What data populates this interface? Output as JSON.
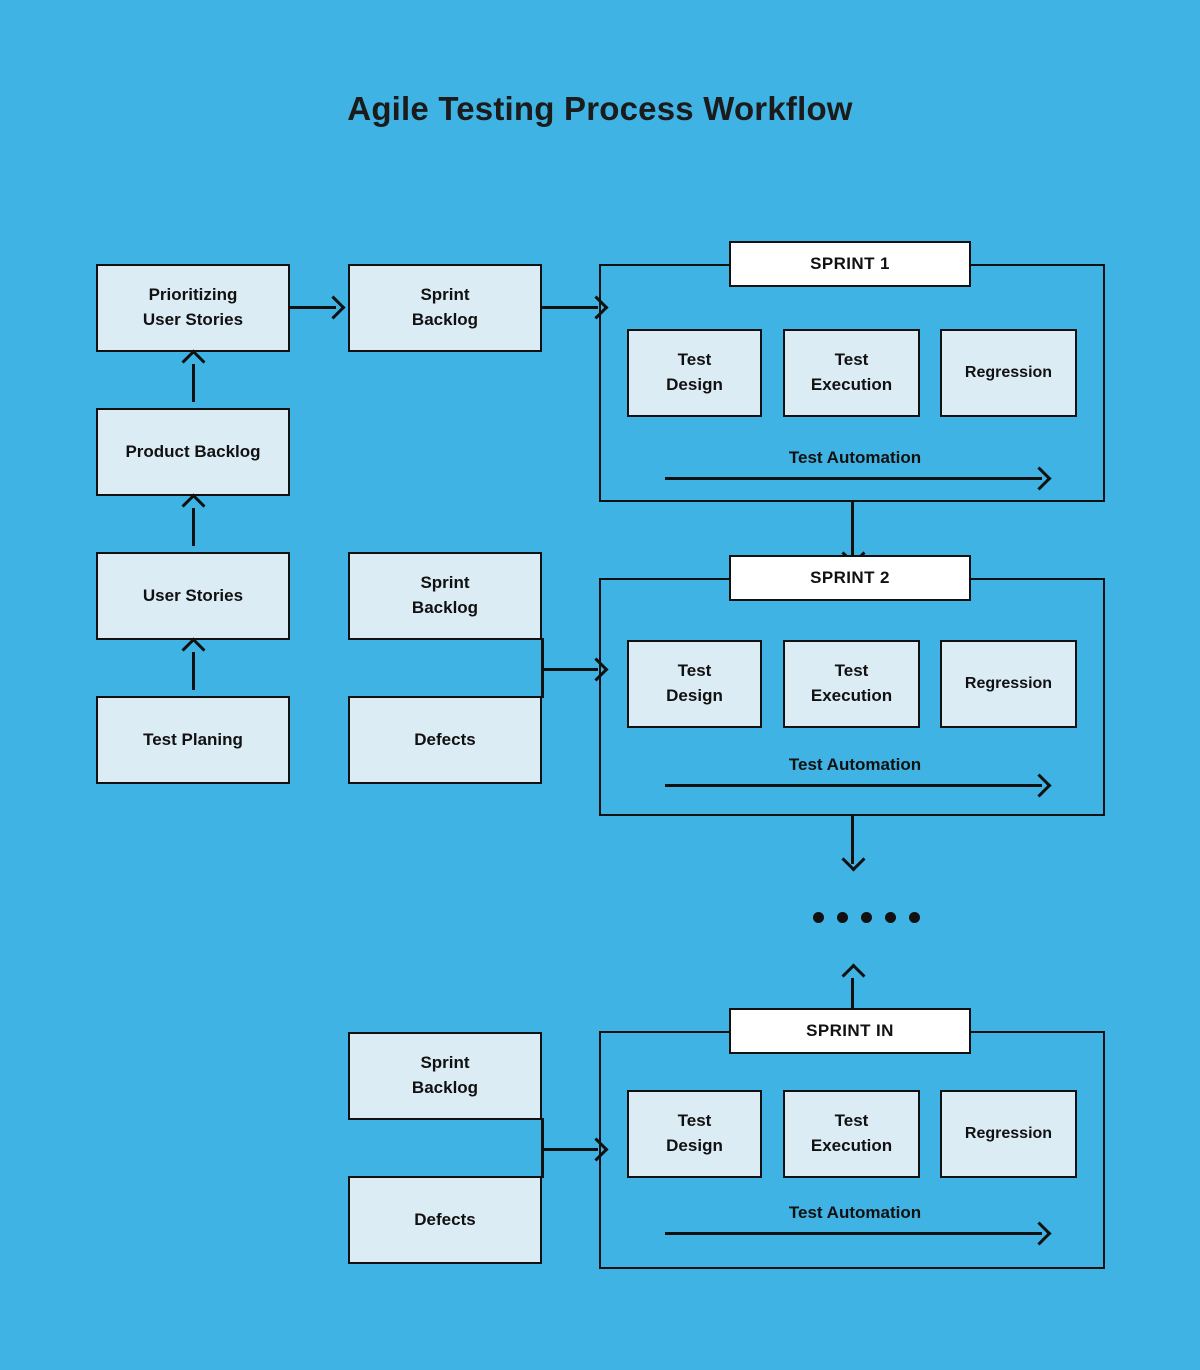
{
  "page": {
    "title": "Agile Testing Process Workflow",
    "background_color": "#3fb3e3",
    "box_fill_color": "#dcecf5",
    "line_color": "#111111",
    "label_fill_color": "#ffffff"
  },
  "left_column": {
    "prioritizing_user_stories": "Prioritizing\nUser Stories",
    "prioritizing_user_stories_line1": "Prioritizing",
    "prioritizing_user_stories_line2": "User Stories",
    "product_backlog": "Product Backlog",
    "user_stories": "User Stories",
    "test_planing": "Test Planing"
  },
  "middle_column": {
    "sprint_backlog_top_line1": "Sprint",
    "sprint_backlog_top_line2": "Backlog",
    "sprint_backlog_mid_line1": "Sprint",
    "sprint_backlog_mid_line2": "Backlog",
    "defects_mid": "Defects",
    "sprint_backlog_bottom_line1": "Sprint",
    "sprint_backlog_bottom_line2": "Backlog",
    "defects_bottom": "Defects"
  },
  "sprints": [
    {
      "label": "SPRINT 1",
      "test_design_line1": "Test",
      "test_design_line2": "Design",
      "test_execution_line1": "Test",
      "test_execution_line2": "Execution",
      "regression": "Regression",
      "automation_label": "Test Automation"
    },
    {
      "label": "SPRINT 2",
      "test_design_line1": "Test",
      "test_design_line2": "Design",
      "test_execution_line1": "Test",
      "test_execution_line2": "Execution",
      "regression": "Regression",
      "automation_label": "Test Automation"
    },
    {
      "label": "SPRINT IN",
      "test_design_line1": "Test",
      "test_design_line2": "Design",
      "test_execution_line1": "Test",
      "test_execution_line2": "Execution",
      "regression": "Regression",
      "automation_label": "Test Automation"
    }
  ],
  "continuation": {
    "dot_count": 5
  }
}
